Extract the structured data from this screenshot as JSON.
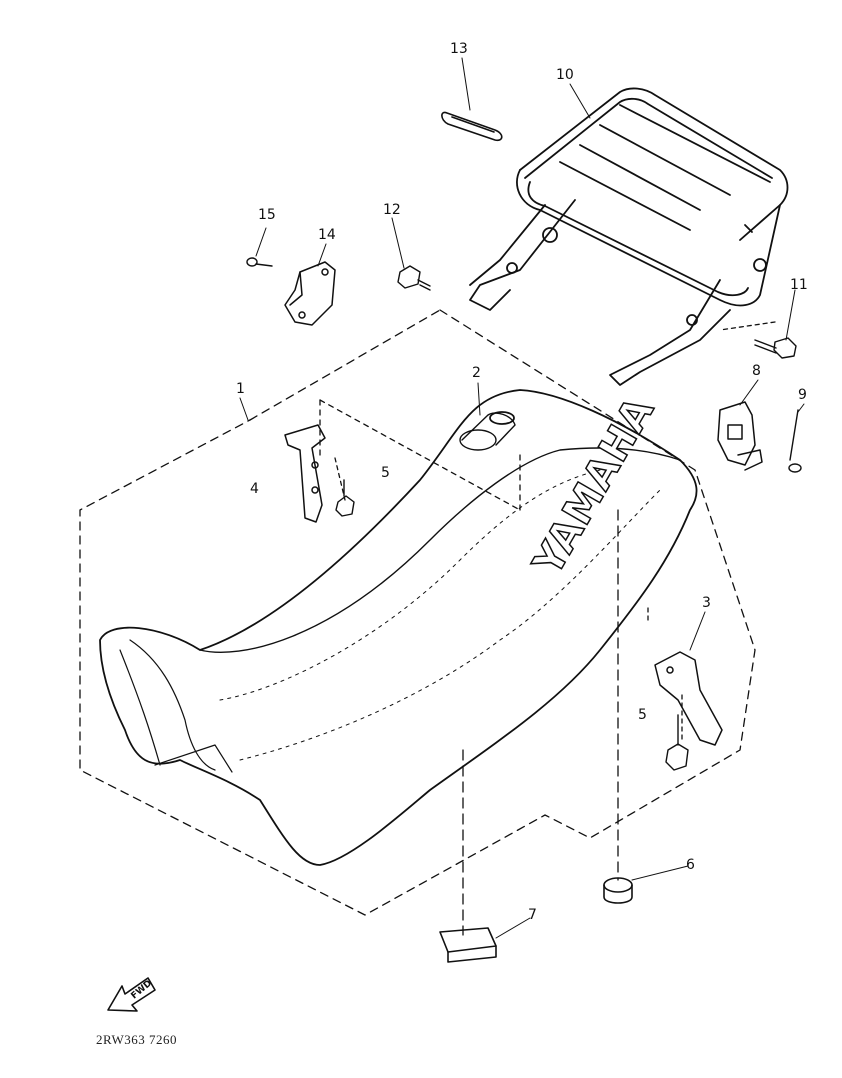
{
  "callouts": [
    {
      "id": "c1",
      "text": "1"
    },
    {
      "id": "c2",
      "text": "2"
    },
    {
      "id": "c3",
      "text": "3"
    },
    {
      "id": "c4",
      "text": "4"
    },
    {
      "id": "c5a",
      "text": "5"
    },
    {
      "id": "c5b",
      "text": "5"
    },
    {
      "id": "c6",
      "text": "6"
    },
    {
      "id": "c7",
      "text": "7"
    },
    {
      "id": "c8",
      "text": "8"
    },
    {
      "id": "c9",
      "text": "9"
    },
    {
      "id": "c10",
      "text": "10"
    },
    {
      "id": "c11",
      "text": "11"
    },
    {
      "id": "c12",
      "text": "12"
    },
    {
      "id": "c13",
      "text": "13"
    },
    {
      "id": "c14",
      "text": "14"
    },
    {
      "id": "c15",
      "text": "15"
    }
  ],
  "seat_brand": "YAMAHA",
  "direction_marker": "FWD",
  "diagram_code": "2RW363 7260"
}
